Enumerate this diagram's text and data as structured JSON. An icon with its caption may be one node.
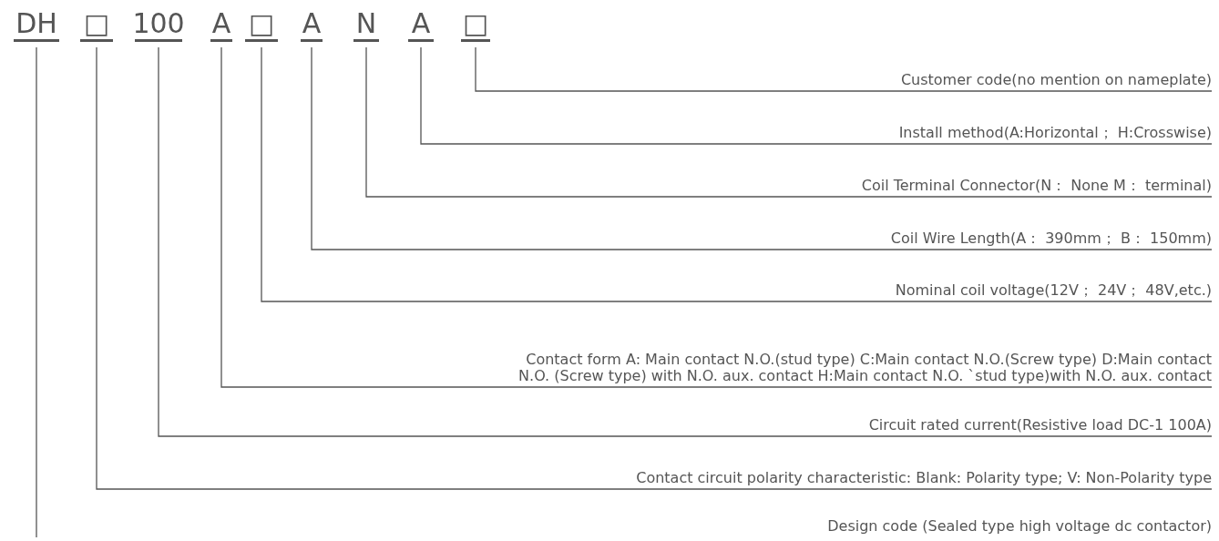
{
  "diagram": {
    "nodes": [
      {
        "text": [
          "DH"
        ]
      },
      {
        "text": [
          "□"
        ]
      },
      {
        "text": [
          "100"
        ]
      },
      {
        "text": [
          "A"
        ]
      },
      {
        "text": [
          "□"
        ]
      },
      {
        "text": [
          "A"
        ]
      },
      {
        "text": [
          "N"
        ]
      },
      {
        "text": [
          "A"
        ]
      },
      {
        "text": [
          "□"
        ]
      },
      {
        "text": [
          "Customer code(no mention on nameplate)"
        ]
      },
      {
        "text": [
          "Install method(A:Horizontal； H:Crosswise)"
        ]
      },
      {
        "text": [
          "Coil Terminal Connector(N： None  M： terminal)"
        ]
      },
      {
        "text": [
          "Coil Wire Length(A： 390mm； B： 150mm)"
        ]
      },
      {
        "text": [
          "Nominal coil voltage(12V； 24V； 48V,etc.)"
        ]
      },
      {
        "text": [
          "Contact form A: Main contact N.O.(stud type)  C:Main contact N.O.(Screw type) D:Main contact N.O. (Screw type) with N.O. aux. contact H:Main contact N.O. `stud type)with N.O. aux. contact"
        ]
      },
      {
        "text": [
          "Circuit rated current(Resistive load DC-1 100A)"
        ]
      },
      {
        "text": [
          "Contact circuit polarity  characteristic: Blank: Polarity type; V: Non-Polarity type"
        ]
      },
      {
        "text": [
          "Design code (Sealed type high voltage dc contactor)"
        ]
      }
    ],
    "edges": [
      {
        "from": 8,
        "to": 9,
        "arrow": "none"
      },
      {
        "from": 7,
        "to": 10,
        "arrow": "none"
      },
      {
        "from": 6,
        "to": 11,
        "arrow": "none"
      },
      {
        "from": 5,
        "to": 12,
        "arrow": "none"
      },
      {
        "from": 4,
        "to": 13,
        "arrow": "none"
      },
      {
        "from": 3,
        "to": 14,
        "arrow": "none"
      },
      {
        "from": 2,
        "to": 15,
        "arrow": "none"
      },
      {
        "from": 1,
        "to": 16,
        "arrow": "none"
      },
      {
        "from": 0,
        "to": null,
        "arrow": "none"
      }
    ]
  }
}
